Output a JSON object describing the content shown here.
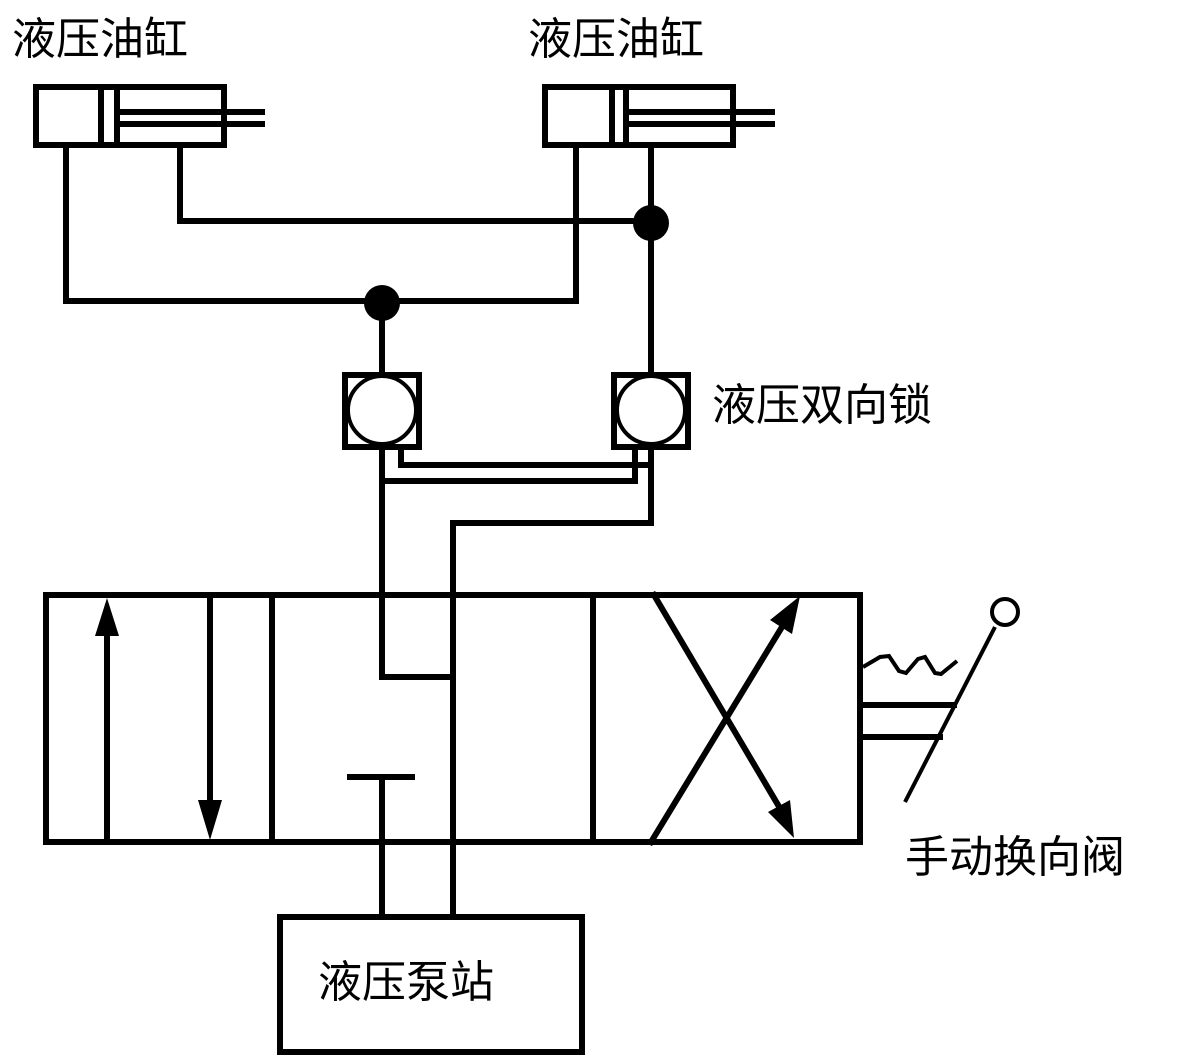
{
  "labels": {
    "cylinder_left": "液压油缸",
    "cylinder_right": "液压油缸",
    "check_valve": "液压双向锁",
    "directional_valve": "手动换向阀",
    "pump_station": "液压泵站"
  },
  "colors": {
    "stroke": "#000000",
    "background": "#ffffff"
  }
}
